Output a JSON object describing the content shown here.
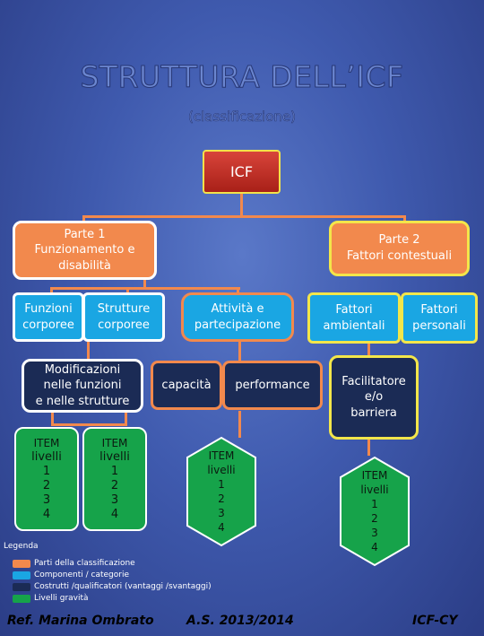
{
  "header": {
    "title": "STRUTTURA DELL’ICF",
    "subtitle": "(classificazione)"
  },
  "diagram": {
    "root": "ICF",
    "part1": "Parte 1\nFunzionamento e\ndisabilità",
    "part2": "Parte 2\nFattori contestuali",
    "funzioni_corporee": "Funzioni\ncorporee",
    "strutture_corporee": "Strutture\ncorporee",
    "attivita": "Attività e\npartecipazione",
    "fattori_ambientali": "Fattori\nambientali",
    "fattori_personali": "Fattori\npersonali",
    "modificazioni": "Modificazioni\nnelle funzioni\ne nelle strutture",
    "capacita": "capacità",
    "performance": "performance",
    "facilitatore": "Facilitatore\ne/o\nbarriera",
    "item_label": "ITEM",
    "livelli_label": "livelli",
    "levels": [
      "1",
      "2",
      "3",
      "4"
    ]
  },
  "legend": {
    "title": "Legenda",
    "items": [
      {
        "label": "Parti della classificazione",
        "color": "#f2894d"
      },
      {
        "label": "Componenti / categorie",
        "color": "#1aa6e3"
      },
      {
        "label": "Costrutti /qualificatori (vantaggi /svantaggi)",
        "color": "#1b2b55"
      },
      {
        "label": "Livelli gravità",
        "color": "#16a34a"
      }
    ]
  },
  "footer": {
    "author": "Ref. Marina Ombrato",
    "year": "A.S. 2013/2014",
    "tag": "ICF-CY"
  },
  "colors": {
    "background": "#3f5aae",
    "connector": "#f2894d",
    "border_yellow": "#f3e64a"
  }
}
